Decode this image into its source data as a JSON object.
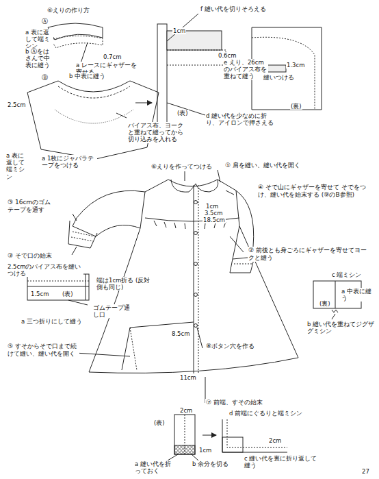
{
  "diagram": {
    "labels": [
      "⑥えりの作り方",
      "Ⓐ",
      "a 表に返して端ミシン",
      "b Ⓐをはさんで中表に縫う",
      "0.7cm",
      "a レースにギャザーを寄せる",
      "Ⓑ",
      "b 中表に縫う",
      "2.5cm",
      "a 1枚にジャバラテープをつける",
      "バイアス布、ヨークと重ねて縫ってから切り込みを入れる",
      "a 表に返して端ミシン",
      "f 縫い代を切りそろえる",
      "1cm",
      "0.6cm",
      "e えり、26cmのバイアス布を重ねて縫う",
      "(表)",
      "d 縫い代を少なめに折り、アイロンで押さえる",
      "1.3cm",
      "縫いつける",
      "(裏)",
      "⑥えりを作ってつける",
      "① 肩を縫い、縫い代を開く",
      "④ そで山にギャザーを寄せて そでをつけ、縫い代を始末する (⑨のB参照)",
      "③ 16cmのゴムテープを通す",
      "1cm",
      "3.5cm",
      "18.5cm",
      "② 前後とも身ごろにギャザーを寄せてヨークと縫う",
      "③ そで口の始末",
      "2.5cmのバイアス布を縫いつける",
      "1.5cm",
      "(表)",
      "端は1cm折る (反対側も同じ)",
      "ゴムテープ通し口",
      "a 三つ折りにして縫う",
      "c 端ミシン",
      "a 中表に縫う",
      "(裏)",
      "b 縫い代を重ねてジグザグミシン",
      "⑤ すそからそで口まで続けて縫い、縫い代を開く",
      "⑧ボタン穴を作る",
      "8.5cm",
      "11cm",
      "⑦ 前端、すその始末",
      "2cm",
      "(表)",
      "1cm",
      "a 縫い代を折っておく",
      "b 余分を切る",
      "d 前端にぐるりと端ミシン",
      "2cm",
      "c 縫い代を裏に折り返して縫う",
      "27"
    ]
  }
}
